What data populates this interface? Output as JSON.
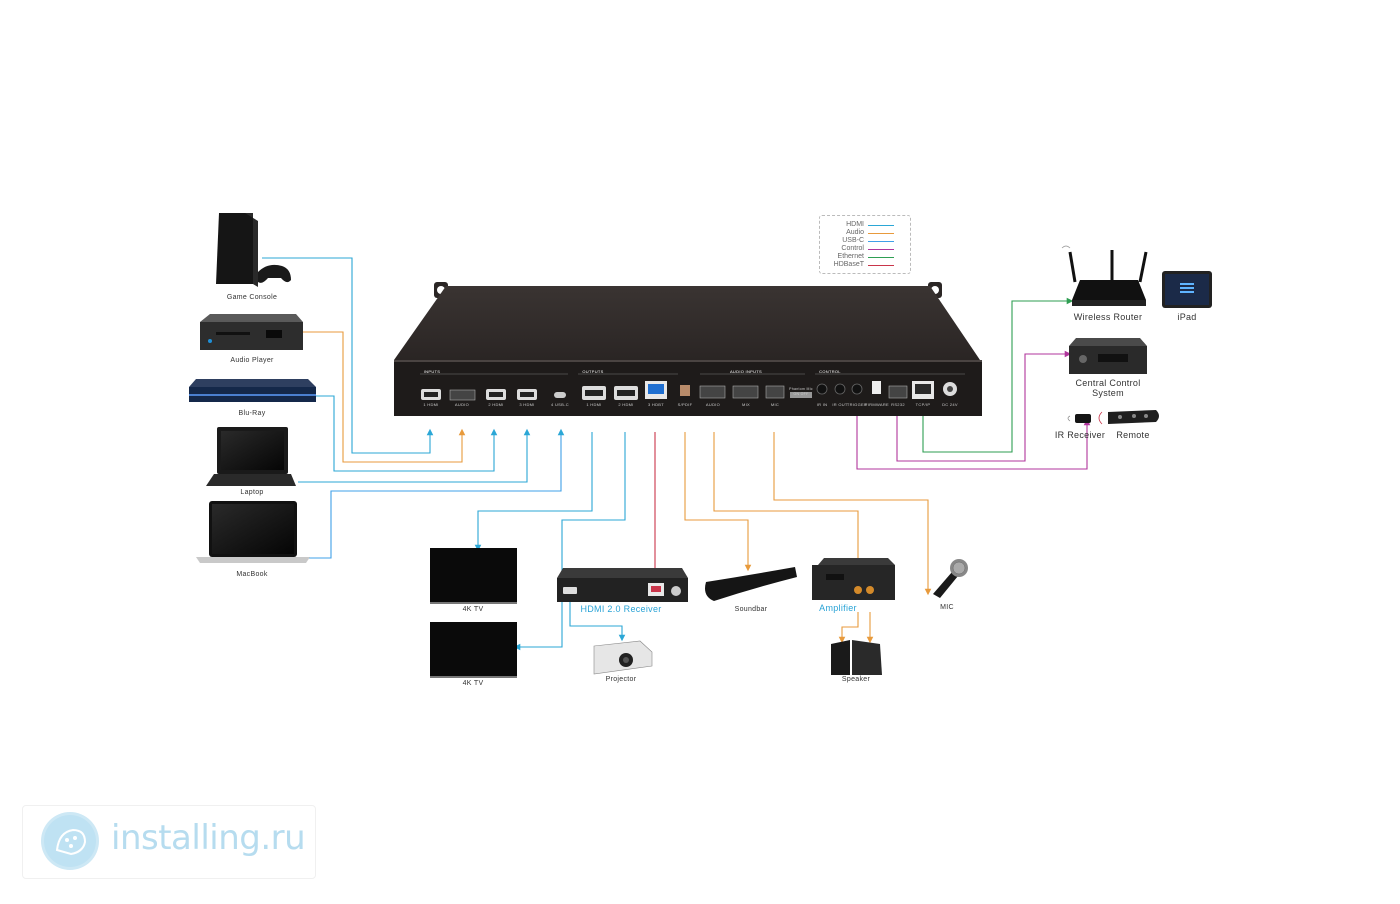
{
  "legend": {
    "items": [
      {
        "name": "HDMI",
        "color": "#2ba7d6"
      },
      {
        "name": "Audio",
        "color": "#e89a3c"
      },
      {
        "name": "USB-C",
        "color": "#3fa0e8"
      },
      {
        "name": "Control",
        "color": "#b0359c"
      },
      {
        "name": "Ethernet",
        "color": "#2e9e52"
      },
      {
        "name": "HDBaseT",
        "color": "#c9354a"
      }
    ]
  },
  "switcher": {
    "section_labels": {
      "inputs": "INPUTS",
      "outputs": "OUTPUTS",
      "audio_inputs": "AUDIO INPUTS",
      "control": "CONTROL"
    },
    "port_labels": {
      "hdmi1": "1 HDMI",
      "audio": "AUDIO",
      "hdmi2": "2 HDMI",
      "hdmi3": "3 HDMI",
      "usbc": "4 USB-C",
      "out_hdmi1": "1 HDMI",
      "out_hdmi2": "2 HDMI",
      "hdbt": "3 HDBT",
      "spdif": "S/PDIF",
      "out_audio": "AUDIO",
      "mix": "MIX",
      "mic": "MIC",
      "phantom": "Phantom Mic",
      "phantom_state": "ON OFF",
      "ir_in": "IR IN",
      "ir_out": "IR OUT",
      "trigger": "TRIGGER",
      "firmware": "FIRMWARE",
      "rs232": "RS232",
      "tcpip": "TCP/IP",
      "dc": "DC 24V"
    }
  },
  "devices": {
    "game_console": "Game Console",
    "audio_player": "Audio Player",
    "bluray": "Blu-Ray",
    "laptop": "Laptop",
    "macbook": "MacBook",
    "tv1": "4K TV",
    "tv2": "4K TV",
    "receiver": "HDMI 2.0 Receiver",
    "projector": "Projector",
    "soundbar": "Soundbar",
    "amplifier": "Amplifier",
    "speaker": "Speaker",
    "mic": "MIC",
    "router": "Wireless Router",
    "ipad": "iPad",
    "central": "Central Control System",
    "ir_receiver": "IR Receiver",
    "remote": "Remote"
  },
  "watermark": {
    "text": "installing.ru"
  }
}
